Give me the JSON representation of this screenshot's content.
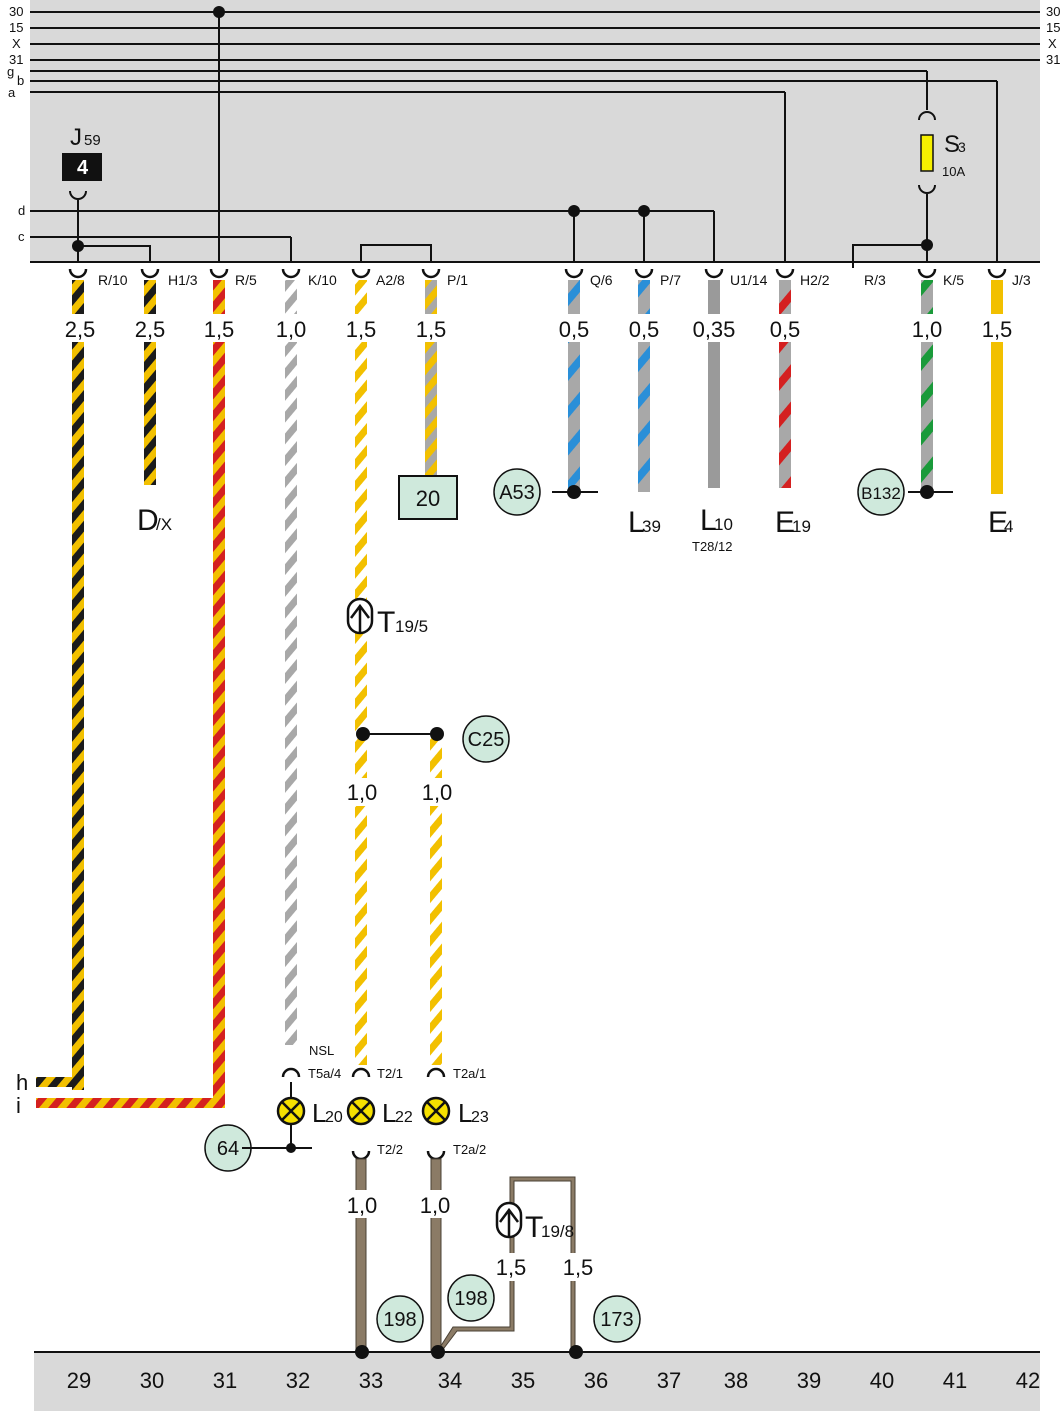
{
  "bus_lines": {
    "left_labels": [
      "30",
      "15",
      "X",
      "31",
      "g",
      "b",
      "a"
    ],
    "right_labels": [
      "30",
      "15",
      "X",
      "31"
    ],
    "internal": [
      "d",
      "c"
    ]
  },
  "relay": {
    "name": "J",
    "sub": "59",
    "pin": "4"
  },
  "fuse": {
    "name": "S",
    "sub": "3",
    "rating": "10A"
  },
  "connectors_top": [
    "R/10",
    "H1/3",
    "R/5",
    "K/10",
    "A2/8",
    "P/1",
    "Q/6",
    "P/7",
    "U1/14",
    "H2/2",
    "R/3",
    "K/5",
    "J/3"
  ],
  "wire_sizes_top": [
    "2,5",
    "2,5",
    "1,5",
    "1,0",
    "1,5",
    "1,5",
    "0,5",
    "0,5",
    "0,35",
    "0,5",
    "1,0",
    "1,5"
  ],
  "components": {
    "d_x": {
      "name": "D",
      "sub": "/X"
    },
    "box_20": "20",
    "a53": "A53",
    "l39": {
      "name": "L",
      "sub": "39"
    },
    "l10": {
      "name": "L",
      "sub": "10",
      "note": "T28/12"
    },
    "e19": {
      "name": "E",
      "sub": "19"
    },
    "b132": "B132",
    "e4": {
      "name": "E",
      "sub": "4"
    },
    "t19_5": {
      "name": "T",
      "sub": "19/5"
    },
    "c25": "C25",
    "t19_8": {
      "name": "T",
      "sub": "19/8"
    },
    "g64": "64",
    "g198a": "198",
    "g198b": "198",
    "g173": "173",
    "l20": {
      "name": "L",
      "sub": "20"
    },
    "l22": {
      "name": "L",
      "sub": "22"
    },
    "l23": {
      "name": "L",
      "sub": "23"
    }
  },
  "mid_wire_sizes": [
    "1,0",
    "1,0"
  ],
  "lower_wire_sizes": [
    "1,0",
    "1,0",
    "1,5",
    "1,5"
  ],
  "lamp_connectors": {
    "nsl": "NSL",
    "top": [
      "T5a/4",
      "T2/1",
      "T2a/1"
    ],
    "bottom": [
      "T2/2",
      "T2a/2"
    ]
  },
  "edge_labels": [
    "h",
    "i"
  ],
  "bottom_numbers": [
    "29",
    "30",
    "31",
    "32",
    "33",
    "34",
    "35",
    "36",
    "37",
    "38",
    "39",
    "40",
    "41",
    "42"
  ],
  "colors": {
    "panel": "#d9d9d9",
    "yellow": "#f2c000",
    "red": "#d42020",
    "blue": "#2a8fd8",
    "green": "#1a9a3a",
    "grey": "#a8a8a8",
    "brown": "#8b7b66",
    "mint": "#cfe9dc"
  }
}
